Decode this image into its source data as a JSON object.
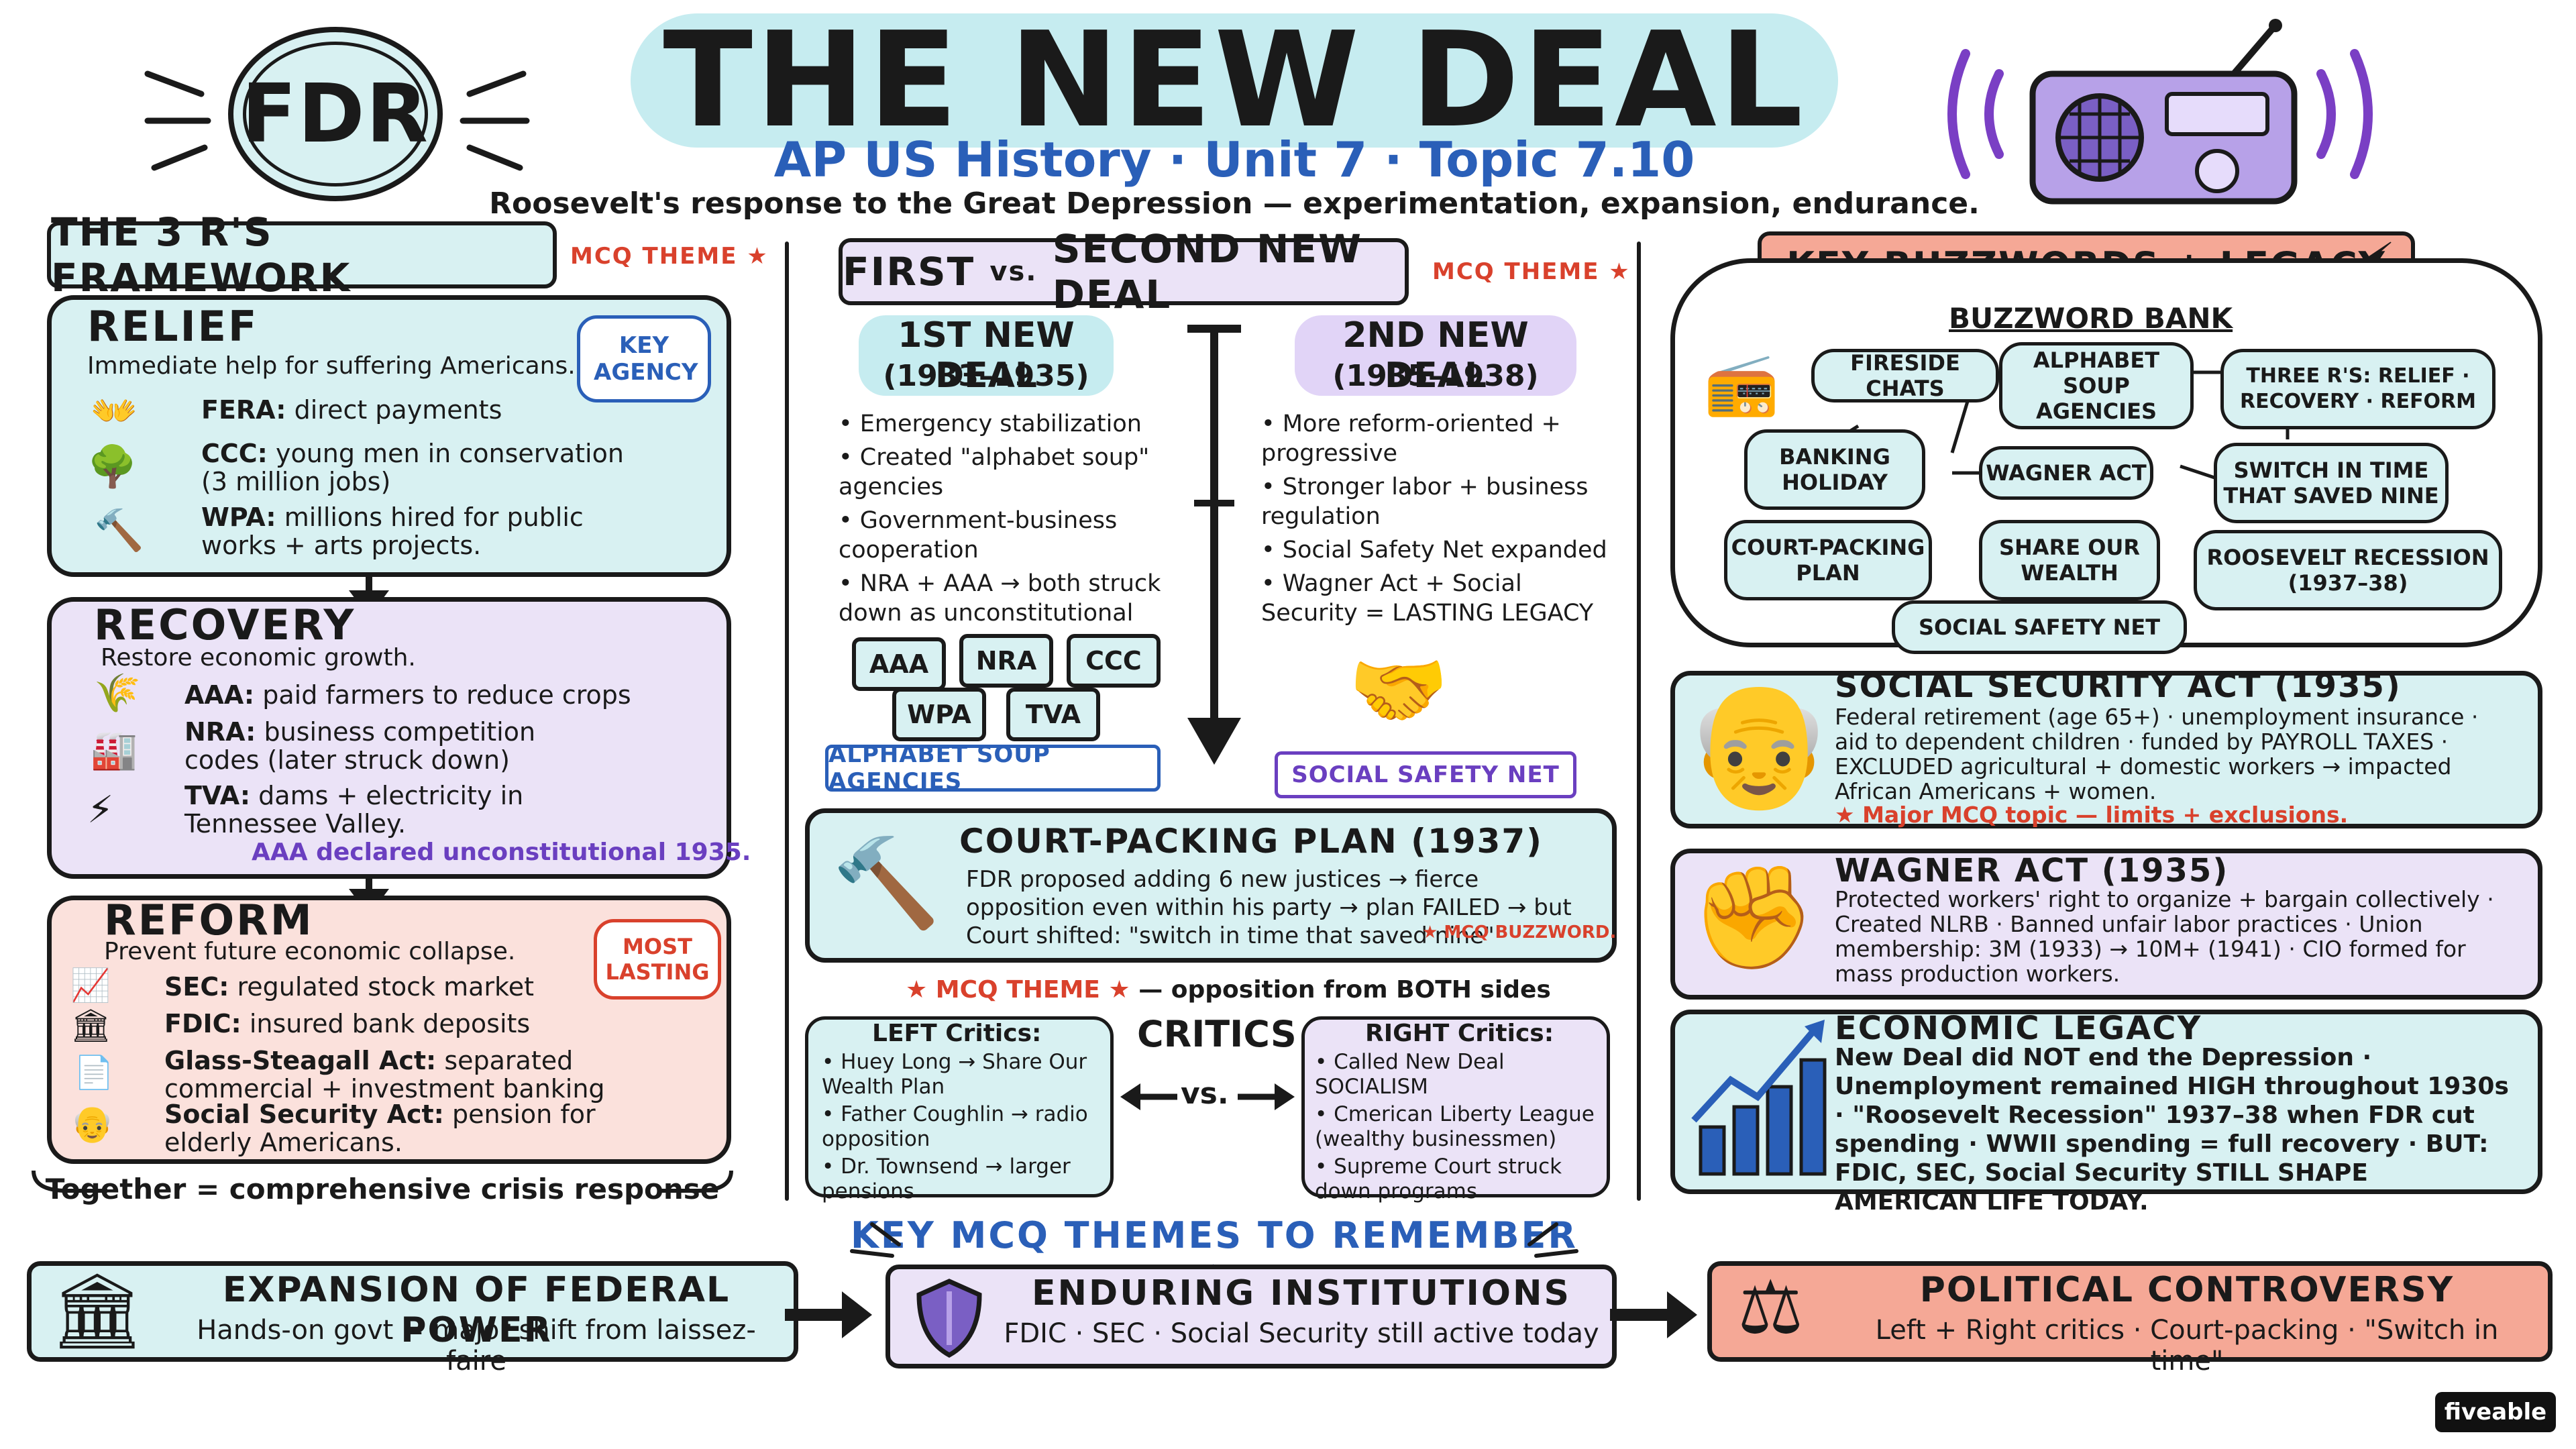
{
  "header": {
    "fdr_badge": "FDR",
    "title": "THE NEW DEAL",
    "subtitle": "AP US History · Unit 7 · Topic 7.10",
    "tagline": "Roosevelt's response to the Great Depression — experimentation, expansion, endurance."
  },
  "left": {
    "title": "The 3 R's Framework",
    "mcq": "MCQ Theme ★",
    "relief": {
      "head": "Relief",
      "desc": "Immediate help for suffering Americans.",
      "badge": "Key Agency",
      "items": [
        {
          "label": "FERA:",
          "text": "direct payments"
        },
        {
          "label": "CCC:",
          "text": "young men in conservation (3 million jobs)"
        },
        {
          "label": "WPA:",
          "text": "millions hired for public works + arts projects."
        }
      ]
    },
    "recovery": {
      "head": "Recovery",
      "desc": "Restore economic growth.",
      "items": [
        {
          "label": "AAA:",
          "text": "paid farmers to reduce crops"
        },
        {
          "label": "NRA:",
          "text": "business competition codes (later struck down)"
        },
        {
          "label": "TVA:",
          "text": "dams + electricity in Tennessee Valley."
        }
      ],
      "note": "AAA declared unconstitutional 1935."
    },
    "reform": {
      "head": "Reform",
      "desc": "Prevent future economic collapse.",
      "badge": "Most Lasting",
      "items": [
        {
          "label": "SEC:",
          "text": "regulated stock market"
        },
        {
          "label": "FDIC:",
          "text": "insured bank deposits"
        },
        {
          "label": "Glass-Steagall Act:",
          "text": "separated commercial + investment banking"
        },
        {
          "label": "Social Security Act:",
          "text": "pension for elderly Americans."
        }
      ]
    },
    "footer": "Together = comprehensive crisis response"
  },
  "middle": {
    "title_a": "First",
    "title_vs": "vs.",
    "title_b": "Second New Deal",
    "mcq": "MCQ Theme ★",
    "first": {
      "head": "1st New Deal",
      "years": "(1933–1935)",
      "bullets": [
        "Emergency stabilization",
        "Created \"alphabet soup\" agencies",
        "Government-business cooperation",
        "NRA + AAA → both struck down as unconstitutional"
      ],
      "agencies": [
        "AAA",
        "NRA",
        "CCC",
        "WPA",
        "TVA"
      ],
      "label": "Alphabet Soup Agencies"
    },
    "second": {
      "head": "2nd New Deal",
      "years": "(1935–1938)",
      "bullets": [
        "More reform-oriented + progressive",
        "Stronger labor + business regulation",
        "Social Safety Net expanded",
        "Wagner Act + Social Security = LASTING LEGACY"
      ],
      "label": "Social Safety Net"
    },
    "court": {
      "head": "Court-Packing Plan (1937)",
      "text": "FDR proposed adding 6 new justices → fierce opposition even within his party → plan FAILED → but Court shifted: \"switch in time that saved nine\"",
      "tag": "★ MCQ Buzzword."
    },
    "critics_mcq": "★ MCQ Theme ★",
    "critics_note": "— opposition from BOTH sides",
    "critics_title": "Critics",
    "critics_vs": "vs.",
    "left_critics": {
      "head": "LEFT Critics:",
      "bullets": [
        "Huey Long → Share Our Wealth Plan",
        "Father Coughlin → radio opposition",
        "Dr. Townsend → larger pensions"
      ]
    },
    "right_critics": {
      "head": "RIGHT Critics:",
      "bullets": [
        "Called New Deal SOCIALISM",
        "Cmerican Liberty League (wealthy businessmen)",
        "Supreme Court struck down programs"
      ]
    }
  },
  "right": {
    "title": "Key Buzzwords + Legacy",
    "bank": "Buzzword Bank",
    "chips": [
      "Fireside Chats",
      "Alphabet Soup Agencies",
      "Three R's: Relief · Recovery · Reform",
      "Banking Holiday",
      "Wagner Act",
      "Switch in Time That Saved Nine",
      "Court-Packing Plan",
      "Share Our Wealth",
      "Roosevelt Recession (1937–38)",
      "Social Safety Net"
    ],
    "ssa": {
      "head": "Social Security Act (1935)",
      "text": "Federal retirement (age 65+) · unemployment insurance · aid to dependent children · funded by PAYROLL TAXES · EXCLUDED agricultural + domestic workers → impacted African Americans + women.",
      "tag": "★ Major MCQ topic — limits + exclusions."
    },
    "wagner": {
      "head": "Wagner Act (1935)",
      "text": "Protected workers' right to organize + bargain collectively · Created NLRB · Banned unfair labor practices · Union membership: 3M (1933) → 10M+ (1941) · CIO formed for mass production workers."
    },
    "econ": {
      "head": "Economic Legacy",
      "text": "New Deal did NOT end the Depression · Unemployment remained HIGH throughout 1930s · \"Roosevelt Recession\" 1937–38 when FDR cut spending · WWII spending = full recovery · BUT: FDIC, SEC, Social Security STILL SHAPE AMERICAN LIFE TODAY."
    }
  },
  "bottom": {
    "heading": "Key MCQ Themes to Remember ★",
    "themes": [
      {
        "head": "Expansion of Federal Power",
        "text": "Hands-on govt = major shift from laissez-faire"
      },
      {
        "head": "Enduring Institutions",
        "text": "FDIC · SEC · Social Security still active today"
      },
      {
        "head": "Political Controversy",
        "text": "Left + Right critics · Court-packing · \"Switch in time\""
      }
    ]
  },
  "brand": "fiveable",
  "colors": {
    "teal": "#d8f1f2",
    "lavender": "#ebe3f7",
    "pink": "#fbe1dc",
    "salmon": "#f5a896",
    "blue_text": "#2a5fb8",
    "purple": "#6a3fc0",
    "red": "#d9412c"
  }
}
